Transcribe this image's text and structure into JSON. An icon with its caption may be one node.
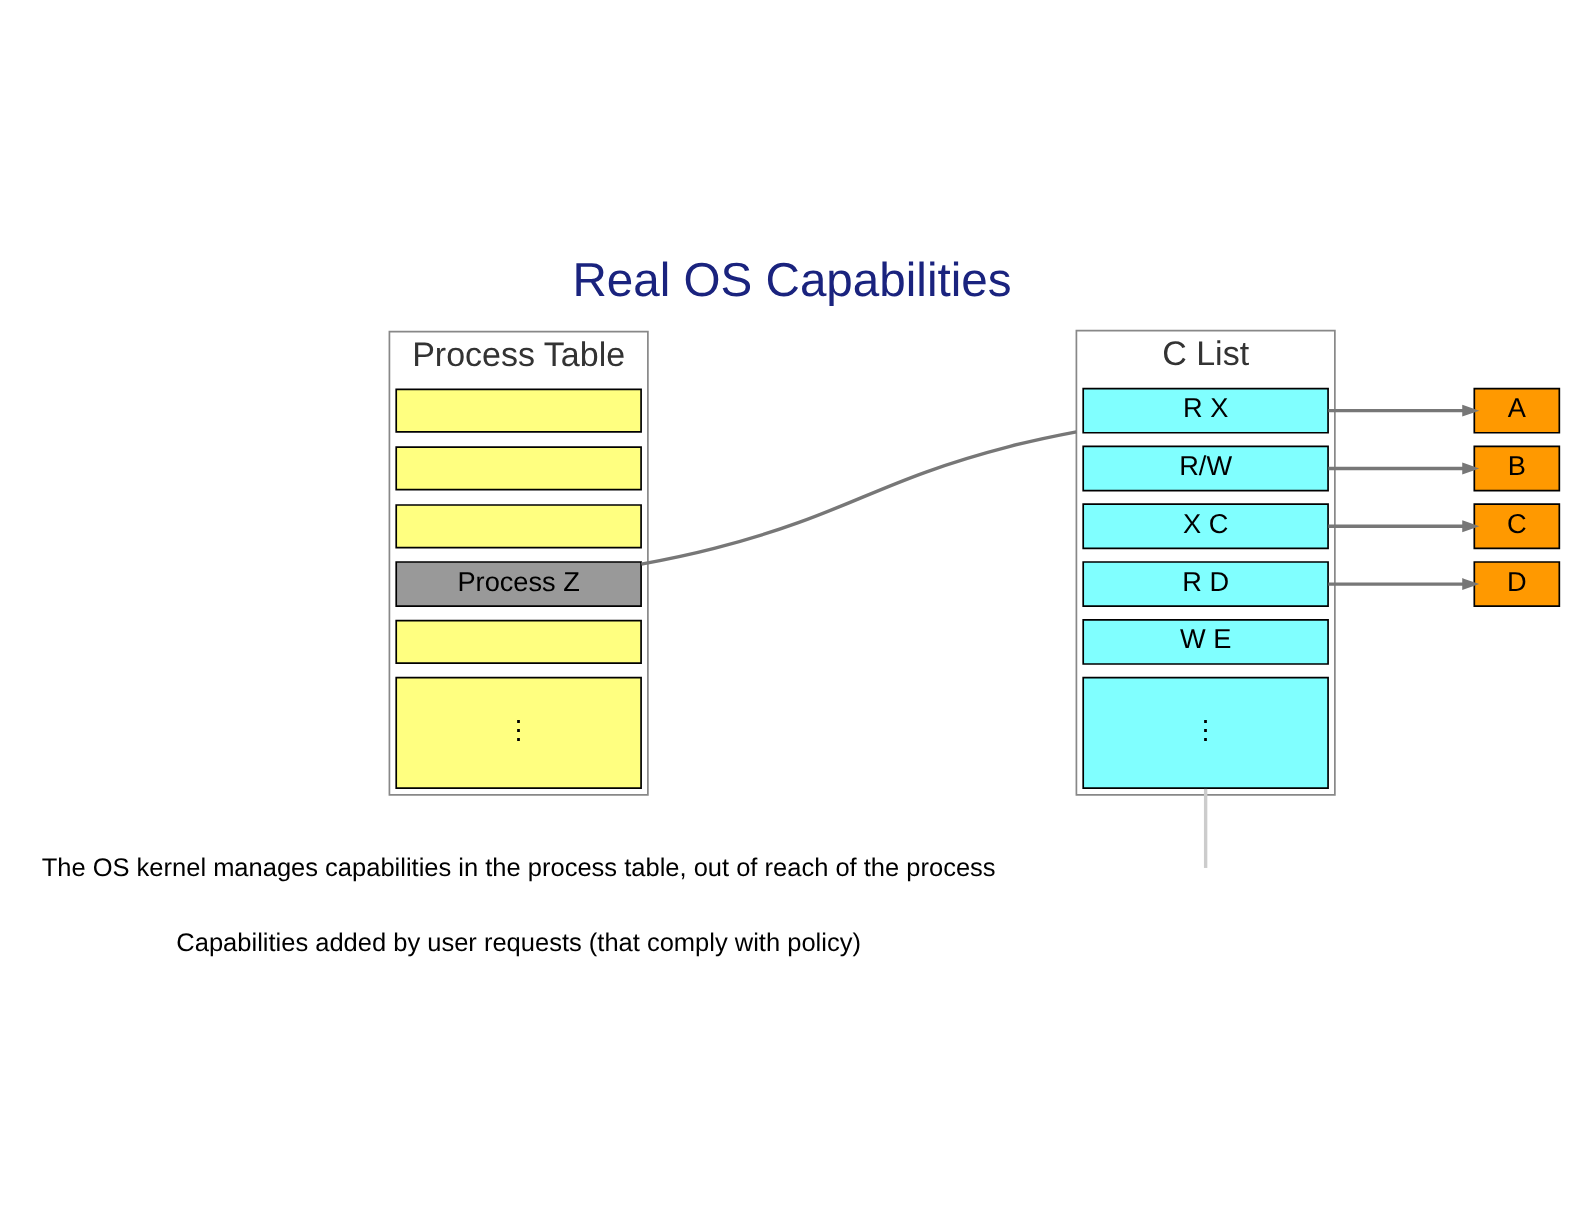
{
  "diagram": {
    "title": "Real OS Capabilities",
    "nodes": [
      {
        "text": [
          "Process Table"
        ]
      },
      {
        "text": [],
        "shape": "box",
        "in": 0
      },
      {
        "text": [],
        "shape": "box",
        "in": 0
      },
      {
        "text": [],
        "shape": "box",
        "in": 0
      },
      {
        "text": [
          "Process Z"
        ],
        "in": 0
      },
      {
        "text": [],
        "shape": "box",
        "in": 0
      },
      {
        "text": [
          "⋮"
        ],
        "in": 0
      },
      {
        "text": [
          "C List"
        ]
      },
      {
        "text": [
          "R X"
        ],
        "in": 7
      },
      {
        "text": [
          "R/W"
        ],
        "in": 7
      },
      {
        "text": [
          "X C"
        ],
        "in": 7
      },
      {
        "text": [
          "R D"
        ],
        "in": 7
      },
      {
        "text": [
          "W E"
        ],
        "in": 7
      },
      {
        "text": [
          "⋮"
        ],
        "in": 7
      },
      {
        "text": [
          "A"
        ]
      },
      {
        "text": [
          "B"
        ]
      },
      {
        "text": [
          "C"
        ]
      },
      {
        "text": [
          "D"
        ]
      }
    ],
    "edges": [
      {
        "from": 4,
        "to": 7,
        "arrow": "none"
      },
      {
        "from": 8,
        "to": 14,
        "arrow": "to"
      },
      {
        "from": 9,
        "to": 15,
        "arrow": "to"
      },
      {
        "from": 10,
        "to": 16,
        "arrow": "to"
      },
      {
        "from": 11,
        "to": 17,
        "arrow": "to"
      },
      {
        "from": 13,
        "to": null,
        "arrow": "none",
        "color": "#cccccc"
      }
    ],
    "labels": [
      "The OS kernel manages capabilities in the process table, out of reach of the process",
      "Capabilities added by user requests (that comply with policy)"
    ]
  }
}
